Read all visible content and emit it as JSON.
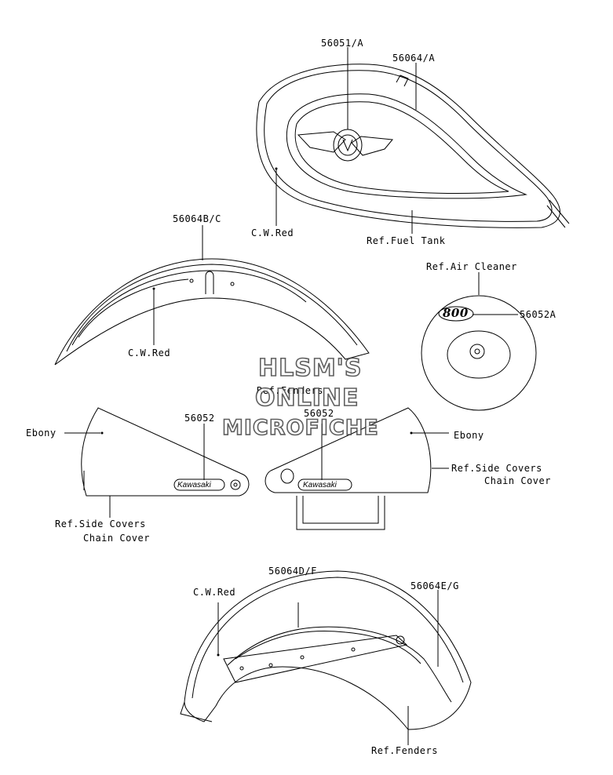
{
  "labels": {
    "tank_emblem": "56051/A",
    "tank_stripe": "56064/A",
    "tank_cw_red": "C.W.Red",
    "ref_fuel_tank": "Ref.Fuel Tank",
    "front_fender_stripe": "56064B/C",
    "front_fender_cw_red": "C.W.Red",
    "ref_air_cleaner": "Ref.Air Cleaner",
    "air_cleaner_emblem": "56052A",
    "air_cleaner_emblem_text": "800",
    "ref_fenders_front": "Ref.Fenders",
    "left_cover_part": "56052",
    "right_cover_part": "56052",
    "left_ebony": "Ebony",
    "right_ebony": "Ebony",
    "left_ref_side_covers": "Ref.Side Covers",
    "left_ref_chain_cover": "Chain Cover",
    "right_ref_side_covers": "Ref.Side Covers",
    "right_ref_chain_cover": "Chain Cover",
    "kawasaki_left": "Kawasaki",
    "kawasaki_right": "Kawasaki",
    "rear_fender_stripe_df": "56064D/F",
    "rear_fender_stripe_eg": "56064E/G",
    "rear_fender_cw_red": "C.W.Red",
    "ref_fenders_rear": "Ref.Fenders"
  },
  "watermark": {
    "line1": "HLSM'S",
    "line2": "ONLINE",
    "line3": "MICROFICHE"
  }
}
